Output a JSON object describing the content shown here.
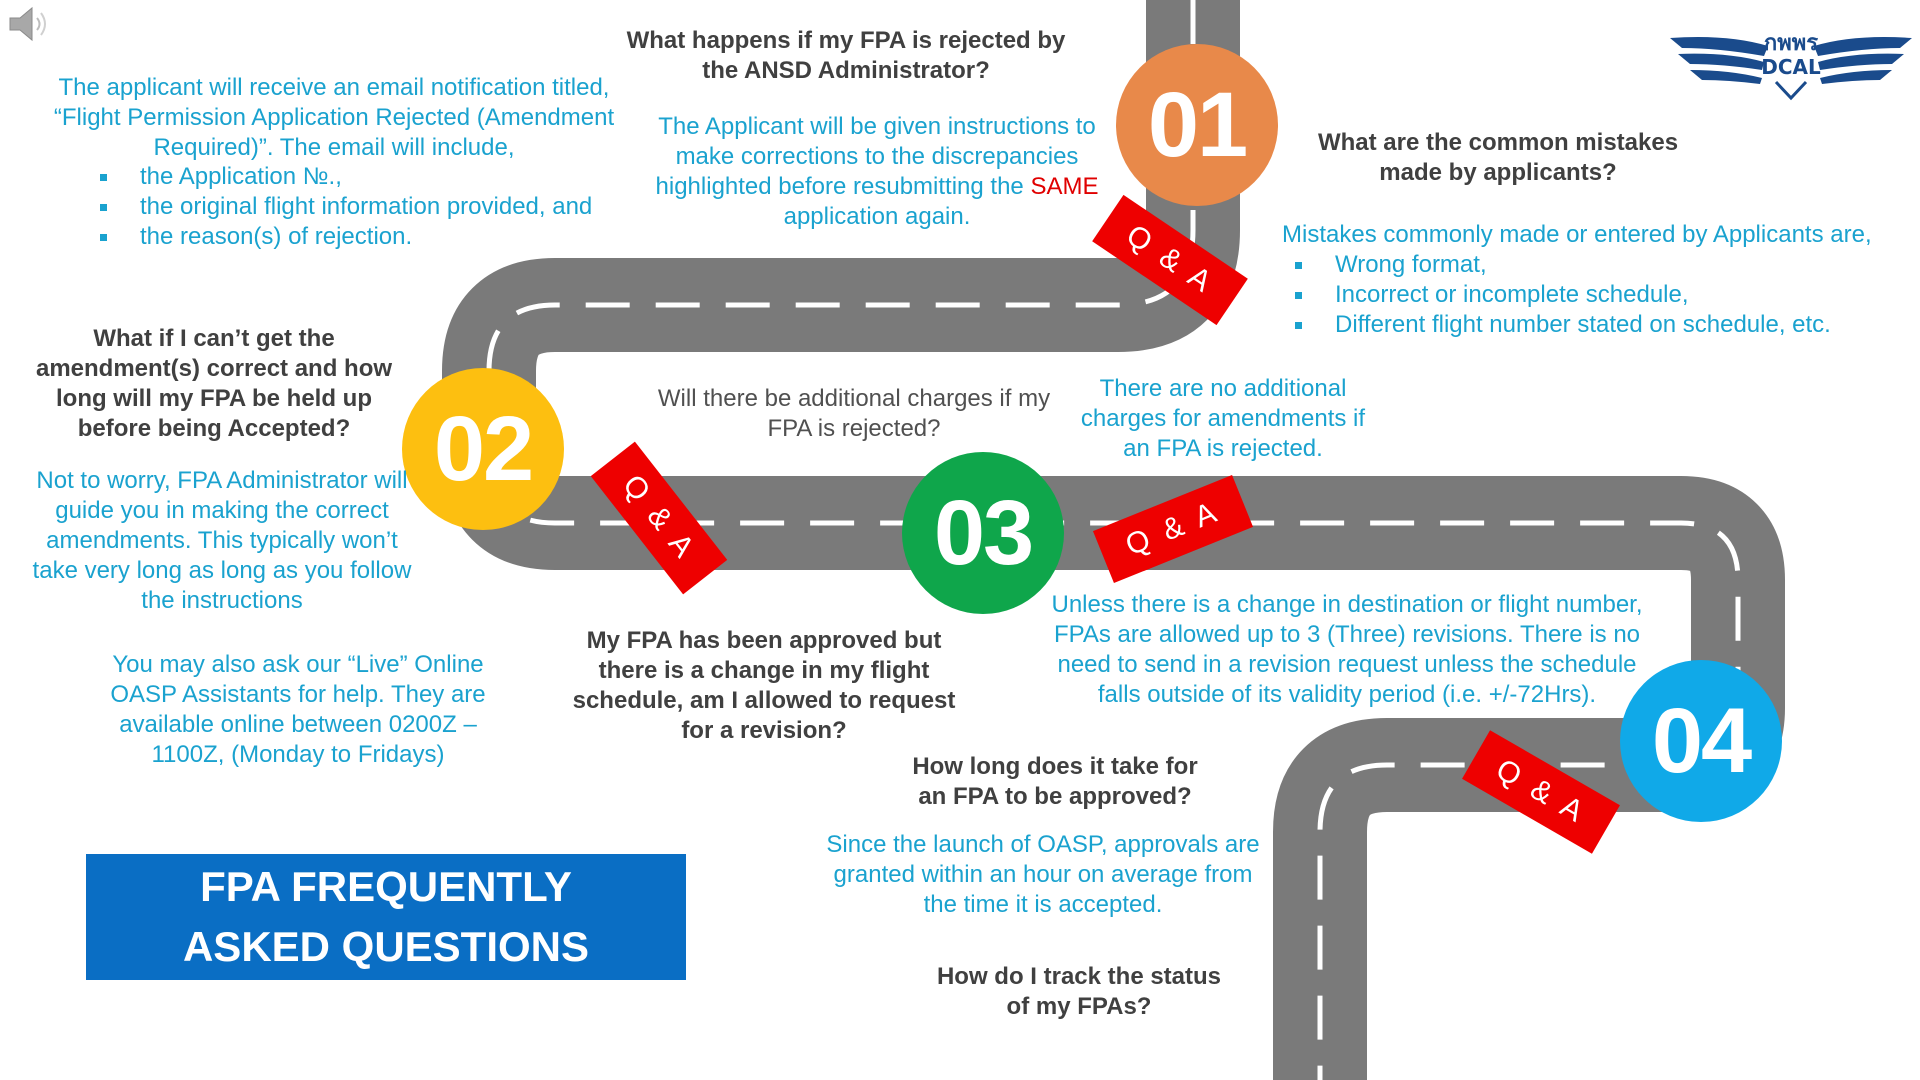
{
  "logo": {
    "thai_text": "กพพร",
    "abbr": "DCAL"
  },
  "badges": {
    "b1": {
      "number": "01",
      "color": "#e8894a"
    },
    "b2": {
      "number": "02",
      "color": "#fdbf10"
    },
    "b3": {
      "number": "03",
      "color": "#0fa64b"
    },
    "b4": {
      "number": "04",
      "color": "#10a9e8"
    }
  },
  "qa_tag": "Q & A",
  "faq1": {
    "question": "What happens if my FPA is rejected by the ANSD Administrator?",
    "answer_part1": "The Applicant will be given instructions to make corrections to the discrepancies highlighted before resubmitting the",
    "answer_emphasis": "SAME",
    "answer_part2": "application again."
  },
  "faq1_email": {
    "intro": "The applicant will receive an email notification titled, “Flight Permission Application Rejected (Amendment Required)”.  The email will include,",
    "bullets": [
      "the Application №.,",
      "the original flight information provided, and",
      "the reason(s) of rejection."
    ]
  },
  "faq_mistakes": {
    "question": "What are the common mistakes made by applicants?",
    "intro": "Mistakes commonly made or entered by Applicants are,",
    "bullets": [
      "Wrong format,",
      "Incorrect or incomplete schedule,",
      "Different flight number stated on schedule, etc."
    ]
  },
  "faq2": {
    "question": "What if I can’t get the amendment(s) correct and how long will my FPA be held up before being Accepted?",
    "answer": "Not to worry, FPA Administrator will guide you in making the correct amendments. This typically won’t take very long as long as you follow the instructions",
    "live_help": "You may also ask our “Live” Online OASP Assistants for help. They are available online between 0200Z – 1100Z, (Monday to Fridays)"
  },
  "faq3": {
    "question": "Will there be additional charges if my FPA is rejected?",
    "answer": "There are no additional charges for amendments if an FPA is rejected."
  },
  "faq_revision": {
    "question": "My FPA has been approved but there is a change in my flight schedule, am I allowed to request for a revision?",
    "answer": "Unless there is a change in destination or flight number, FPAs are allowed up to 3 (Three) revisions. There is no need to send in a revision request unless the schedule falls outside of its validity period (i.e. +/-72Hrs)."
  },
  "faq4": {
    "question": "How long does it take for an FPA to be approved?",
    "answer": "Since the launch of OASP, approvals are granted within an hour on average from the time it is accepted."
  },
  "faq_track": {
    "question": "How do I track the status of my FPAs?"
  },
  "banner": {
    "title": "FPA FREQUENTLY ASKED QUESTIONS"
  }
}
